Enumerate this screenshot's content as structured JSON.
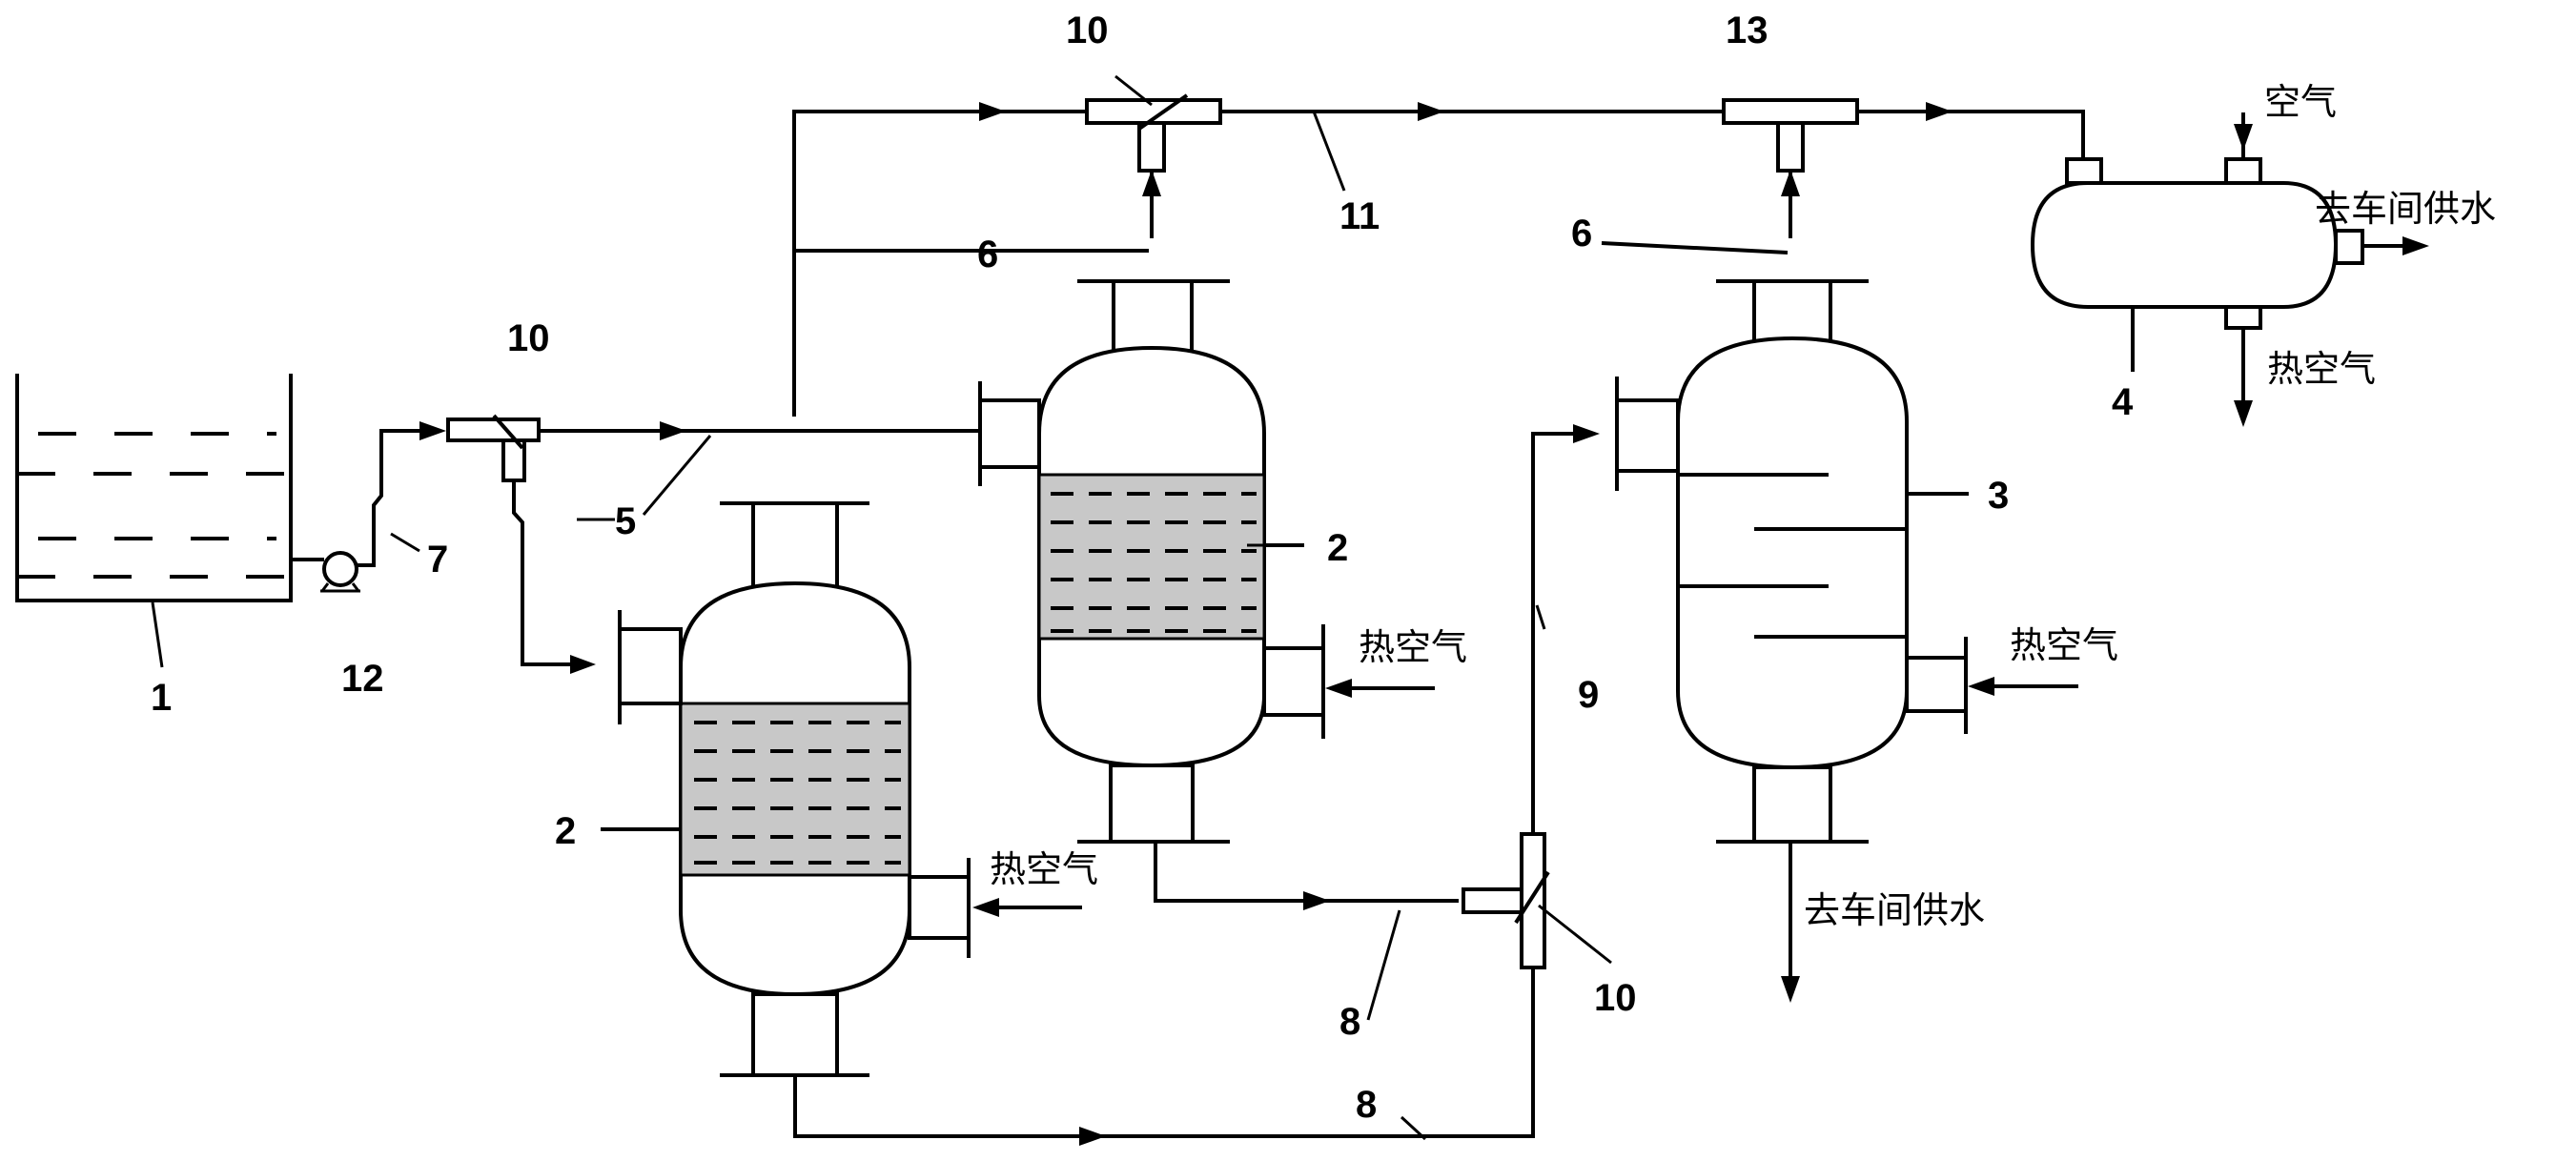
{
  "labels": {
    "n1": "1",
    "n2a": "2",
    "n2b": "2",
    "n3": "3",
    "n4": "4",
    "n5": "5",
    "n6a": "6",
    "n6b": "6",
    "n7": "7",
    "n8a": "8",
    "n8b": "8",
    "n9": "9",
    "n10a": "10",
    "n10b": "10",
    "n10c": "10",
    "n11": "11",
    "n12": "12",
    "n13": "13"
  },
  "text": {
    "air": "空气",
    "hot_air_1": "热空气",
    "hot_air_2": "热空气",
    "hot_air_3": "热空气",
    "hot_air_out": "热空气",
    "supply_1": "去车间供水",
    "supply_2": "去车间供水"
  }
}
